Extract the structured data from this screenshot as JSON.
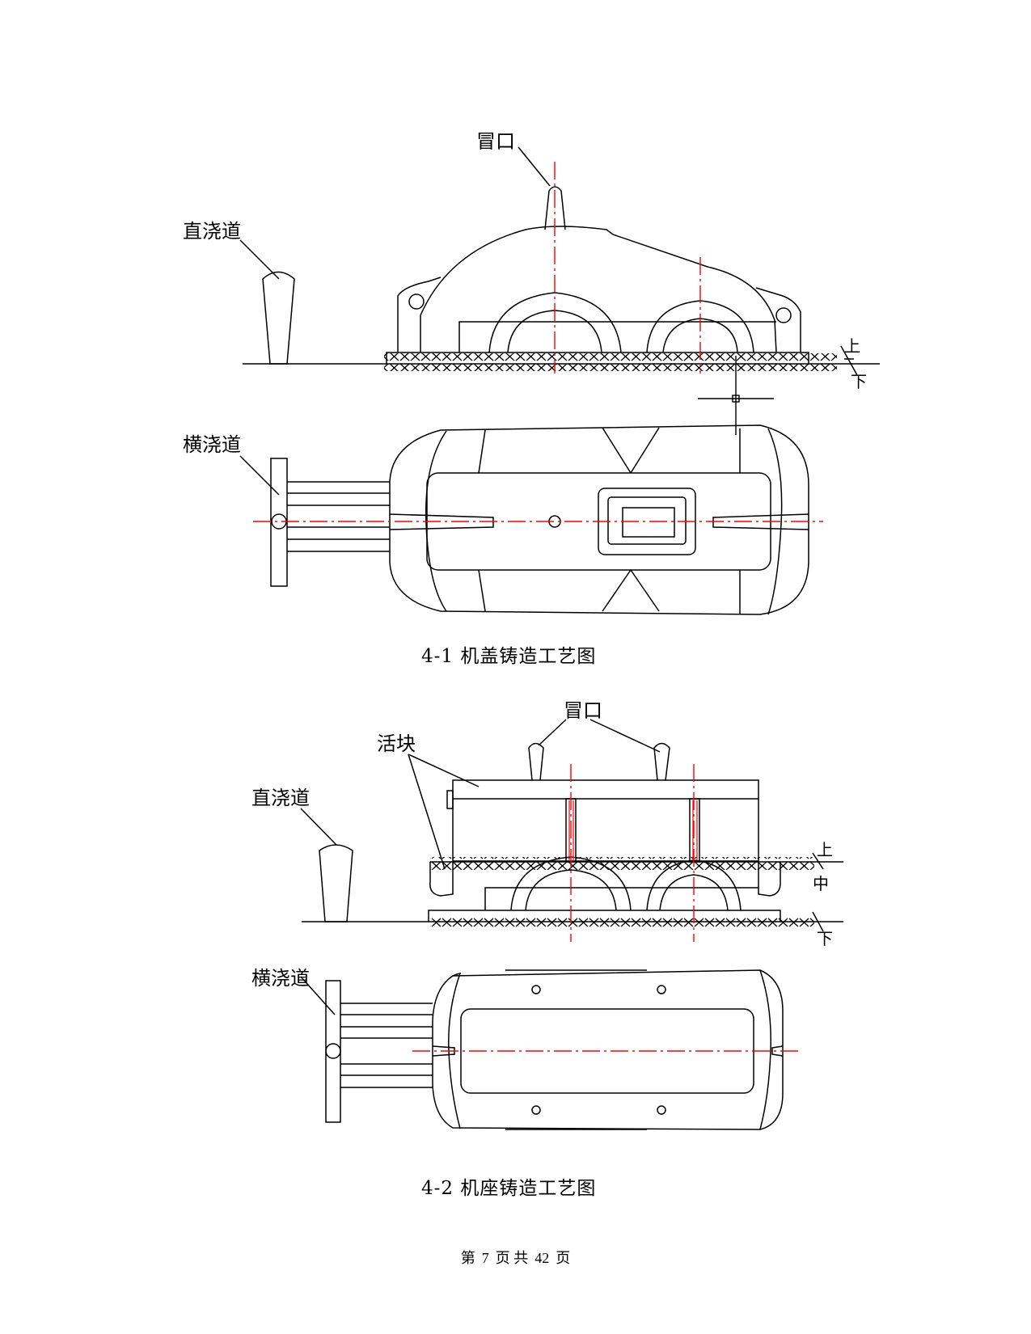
{
  "figure1": {
    "labels": {
      "riser": "冒口",
      "sprue": "直浇道",
      "runner": "横浇道",
      "upper": "上",
      "lower": "下"
    },
    "caption": "4-1 机盖铸造工艺图"
  },
  "figure2": {
    "labels": {
      "riser": "冒口",
      "loose_piece": "活块",
      "sprue": "直浇道",
      "runner": "横浇道",
      "upper": "上",
      "middle": "中",
      "lower": "下"
    },
    "caption": "4-2 机座铸造工艺图"
  },
  "footer": {
    "prefix": "第",
    "page": "7",
    "mid": "页 共",
    "total": "42",
    "suffix": "页"
  },
  "colors": {
    "line": "#000000",
    "centerline": "#ff0000"
  }
}
